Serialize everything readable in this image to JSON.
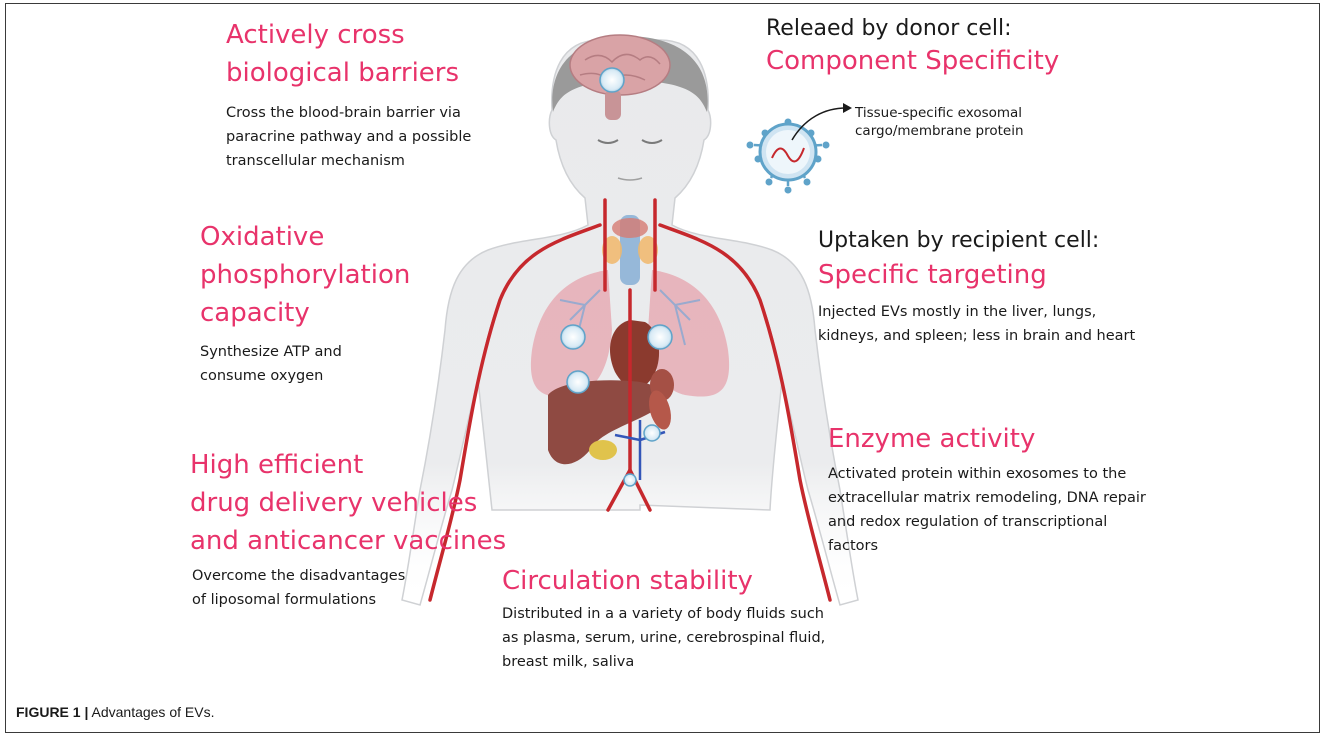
{
  "top_left": {
    "title_lines": [
      "Actively cross",
      "biological barriers"
    ],
    "desc_lines": [
      "Cross the blood-brain barrier via",
      "paracrine pathway and a possible",
      "transcellular mechanism"
    ]
  },
  "oxidative": {
    "title_lines": [
      "Oxidative",
      "phosphorylation",
      "capacity"
    ],
    "desc_lines": [
      "Synthesize ATP and",
      "consume oxygen"
    ]
  },
  "drug_delivery": {
    "title_lines": [
      "High efficient",
      "drug delivery vehicles",
      "and anticancer vaccines"
    ],
    "desc_lines": [
      "Overcome the disadvantages",
      "of liposomal formulations"
    ]
  },
  "circulation": {
    "title": "Circulation stability",
    "desc_lines": [
      "Distributed in a a variety of body fluids such",
      "as plasma, serum, urine, cerebrospinal fluid,",
      "breast milk, saliva"
    ]
  },
  "donor": {
    "lead": "Releaed by donor cell:",
    "title": "Component Specificity",
    "callout_lines": [
      "Tissue-specific exosomal",
      "cargo/membrane protein"
    ]
  },
  "recipient": {
    "lead": "Uptaken by recipient cell:",
    "title": "Specific targeting",
    "desc_lines": [
      "Injected EVs mostly in the liver, lungs,",
      "kidneys, and spleen; less in brain and heart"
    ]
  },
  "enzyme": {
    "title": "Enzyme activity",
    "desc_lines": [
      "Activated protein within exosomes to the",
      "extracellular matrix remodeling, DNA repair",
      "and redox regulation of transcriptional",
      "factors"
    ]
  },
  "caption": {
    "label": "FIGURE 1 |",
    "text": " Advantages of EVs."
  },
  "colors": {
    "accent": "#e8336b",
    "skin": "#e9eaec",
    "vessel": "#c6282d",
    "lung": "#e6a4ad",
    "liver": "#8f4a42"
  }
}
